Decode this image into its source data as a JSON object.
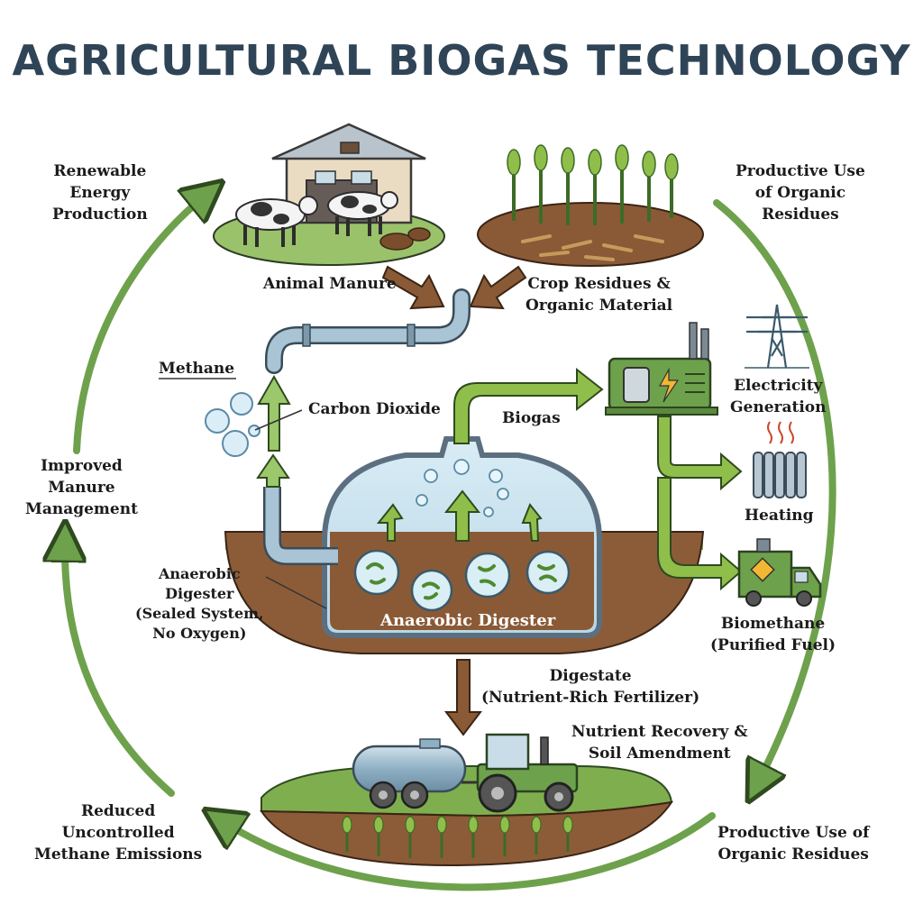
{
  "title": "AGRICULTURAL BIOGAS TECHNOLOGY",
  "cycle": {
    "top_left": [
      "Renewable",
      "Energy",
      "Production"
    ],
    "top_right": [
      "Productive Use",
      "of Organic",
      "Residues"
    ],
    "middle_left": [
      "Improved",
      "Manure",
      "Management"
    ],
    "bottom_left": [
      "Reduced",
      "Uncontrolled",
      "Methane Emissions"
    ],
    "bottom_right": [
      "Productive Use of",
      "Organic Residues"
    ]
  },
  "inputs": {
    "manure": "Animal Manure",
    "crop": [
      "Crop Residues &",
      "Organic Material"
    ]
  },
  "gases": {
    "methane": "Methane",
    "co2": "Carbon Dioxide"
  },
  "digester": {
    "biogas": "Biogas",
    "inner_label": "Anaerobic Digester",
    "side_label": [
      "Anaerobic",
      "Digester",
      "(Sealed System,",
      "No Oxygen)"
    ]
  },
  "outputs": {
    "electricity": [
      "Electricity",
      "Generation"
    ],
    "heating": "Heating",
    "biomethane": [
      "Biomethane",
      "(Purified Fuel)"
    ]
  },
  "digestate": [
    "Digestate",
    "(Nutrient-Rich Fertilizer)"
  ],
  "nutrient": [
    "Nutrient Recovery &",
    "Soil Amendment"
  ]
}
